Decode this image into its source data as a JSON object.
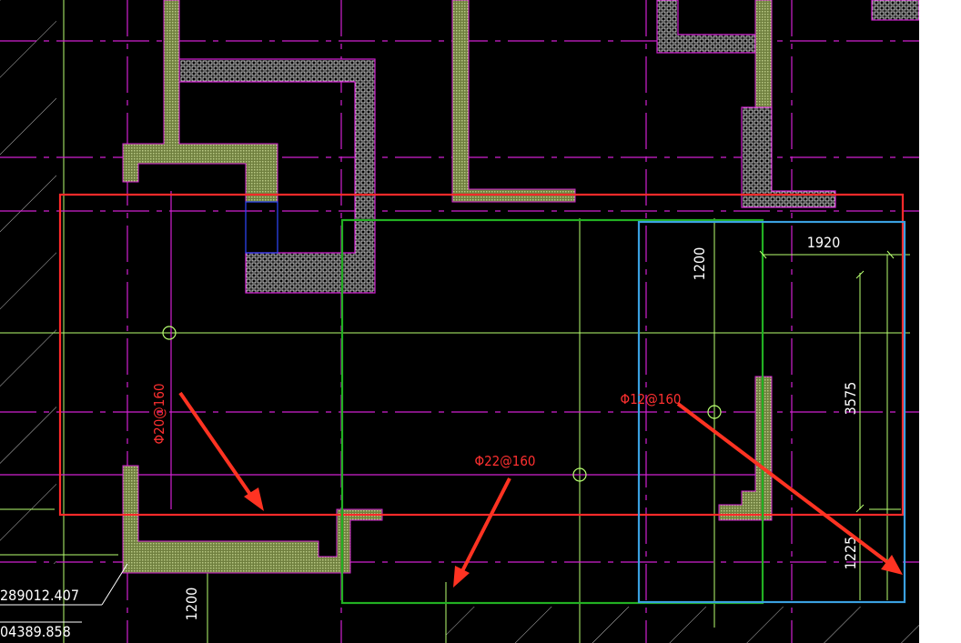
{
  "dimensions": {
    "d1920": "1920",
    "d1200_top": "1200",
    "d3575": "3575",
    "d1225": "1225",
    "d1200_bottom": "1200"
  },
  "rebar_labels": {
    "left": "Φ20@160",
    "middle": "Φ22@160",
    "right": "Φ12@160"
  },
  "coordinates": {
    "line1": "289012.407",
    "line2": "04389.858"
  },
  "colors": {
    "background": "#000000",
    "red_box": "#ff2a2a",
    "green_box": "#22b022",
    "blue_box": "#3aa0e0",
    "axis": "#b7ff70",
    "magenta": "#d020d0",
    "wall_fill": "#8a9a55",
    "arrow": "#ff3322"
  }
}
